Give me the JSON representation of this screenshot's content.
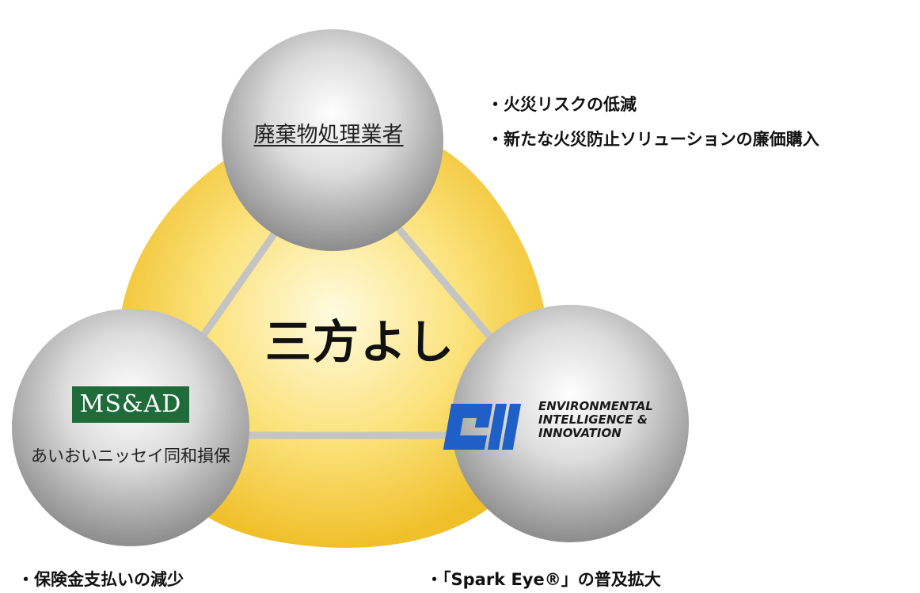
{
  "center": {
    "title": "三方よし"
  },
  "top": {
    "name": "廃棄物処理業者",
    "benefits": [
      "・火災リスクの低減",
      "・新たな火災防止ソリューションの廉価購入"
    ]
  },
  "left": {
    "logo_text": "MS&AD",
    "name": "あいおいニッセイ同和損保",
    "benefits": [
      "・保険金支払いの減少"
    ]
  },
  "right": {
    "logo_mark": "eII",
    "logo_lines": [
      "ENVIRONMENTAL",
      "INTELLIGENCE &",
      "INNOVATION"
    ],
    "benefits": [
      "・「Spark Eye®」の普及拡大"
    ]
  },
  "colors": {
    "yellow_center": "#fdf3b0",
    "yellow_edge": "#f3c83a",
    "sphere_light": "#ffffff",
    "sphere_dark": "#8f8f8f",
    "connector": "#c8c8c8",
    "ms_green": "#1f6b3a",
    "eii_blue": "#1f5fc8"
  }
}
